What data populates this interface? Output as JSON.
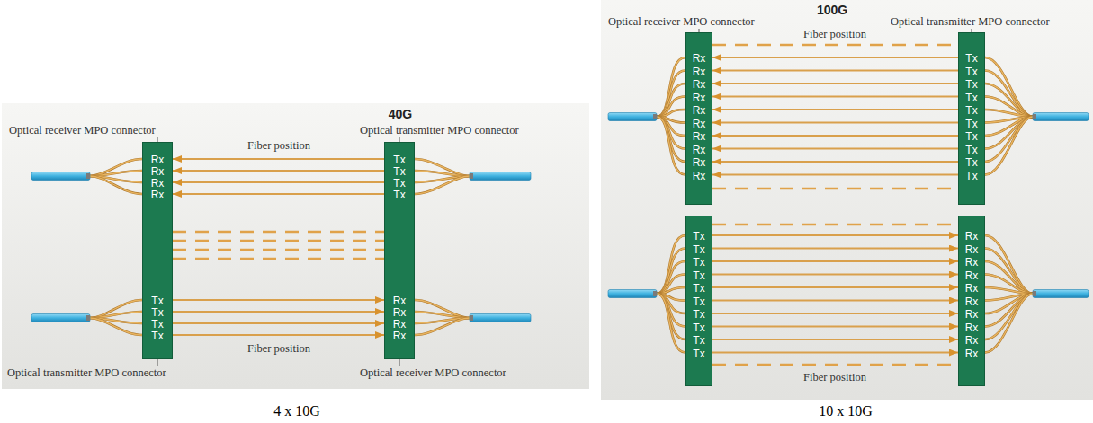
{
  "diagram": {
    "nodes": [
      {
        "text": [
          "Rx",
          "Rx",
          "Rx",
          "Rx",
          "Tx",
          "Tx",
          "Tx",
          "Tx"
        ]
      },
      {
        "text": [
          "Tx",
          "Tx",
          "Tx",
          "Tx",
          "Rx",
          "Rx",
          "Rx",
          "Rx"
        ]
      },
      {
        "text": [
          "Rx",
          "Rx",
          "Rx",
          "Rx",
          "Rx",
          "Rx",
          "Rx",
          "Rx",
          "Rx",
          "Rx"
        ]
      },
      {
        "text": [
          "Tx",
          "Tx",
          "Tx",
          "Tx",
          "Tx",
          "Tx",
          "Tx",
          "Tx",
          "Tx",
          "Tx"
        ]
      },
      {
        "text": [
          "Tx",
          "Tx",
          "Tx",
          "Tx",
          "Tx",
          "Tx",
          "Tx",
          "Tx",
          "Tx",
          "Tx"
        ]
      },
      {
        "text": [
          "Rx",
          "Rx",
          "Rx",
          "Rx",
          "Rx",
          "Rx",
          "Rx",
          "Rx",
          "Rx",
          "Rx"
        ]
      }
    ],
    "edges": [
      {
        "from": 1,
        "to": 0,
        "arrow": "to"
      },
      {
        "from": 1,
        "to": 0,
        "arrow": "to"
      },
      {
        "from": 1,
        "to": 0,
        "arrow": "to"
      },
      {
        "from": 1,
        "to": 0,
        "arrow": "to"
      },
      {
        "from": 0,
        "to": 1,
        "arrow": "none"
      },
      {
        "from": 0,
        "to": 1,
        "arrow": "none"
      },
      {
        "from": 0,
        "to": 1,
        "arrow": "none"
      },
      {
        "from": 0,
        "to": 1,
        "arrow": "none"
      },
      {
        "from": 0,
        "to": 1,
        "arrow": "to"
      },
      {
        "from": 0,
        "to": 1,
        "arrow": "to"
      },
      {
        "from": 0,
        "to": 1,
        "arrow": "to"
      },
      {
        "from": 0,
        "to": 1,
        "arrow": "to"
      },
      {
        "from": 2,
        "to": 3,
        "arrow": "none"
      },
      {
        "from": 3,
        "to": 2,
        "arrow": "to"
      },
      {
        "from": 3,
        "to": 2,
        "arrow": "to"
      },
      {
        "from": 3,
        "to": 2,
        "arrow": "to"
      },
      {
        "from": 3,
        "to": 2,
        "arrow": "to"
      },
      {
        "from": 3,
        "to": 2,
        "arrow": "to"
      },
      {
        "from": 3,
        "to": 2,
        "arrow": "to"
      },
      {
        "from": 3,
        "to": 2,
        "arrow": "to"
      },
      {
        "from": 3,
        "to": 2,
        "arrow": "to"
      },
      {
        "from": 3,
        "to": 2,
        "arrow": "to"
      },
      {
        "from": 3,
        "to": 2,
        "arrow": "to"
      },
      {
        "from": 2,
        "to": 3,
        "arrow": "none"
      },
      {
        "from": 4,
        "to": 5,
        "arrow": "none"
      },
      {
        "from": 4,
        "to": 5,
        "arrow": "to"
      },
      {
        "from": 4,
        "to": 5,
        "arrow": "to"
      },
      {
        "from": 4,
        "to": 5,
        "arrow": "to"
      },
      {
        "from": 4,
        "to": 5,
        "arrow": "to"
      },
      {
        "from": 4,
        "to": 5,
        "arrow": "to"
      },
      {
        "from": 4,
        "to": 5,
        "arrow": "to"
      },
      {
        "from": 4,
        "to": 5,
        "arrow": "to"
      },
      {
        "from": 4,
        "to": 5,
        "arrow": "to"
      },
      {
        "from": 4,
        "to": 5,
        "arrow": "to"
      },
      {
        "from": 4,
        "to": 5,
        "arrow": "to"
      },
      {
        "from": 4,
        "to": 5,
        "arrow": "none"
      }
    ],
    "labels": [
      "40G",
      "Optical receiver MPO connector",
      "Optical transmitter MPO connector",
      "Fiber position",
      "Fiber position",
      "Optical transmitter MPO connector",
      "Optical receiver MPO connector",
      "4 x 10G",
      "100G",
      "Optical receiver MPO connector",
      "Optical transmitter MPO connector",
      "Fiber position",
      "Fiber position",
      "10 x 10G"
    ]
  }
}
